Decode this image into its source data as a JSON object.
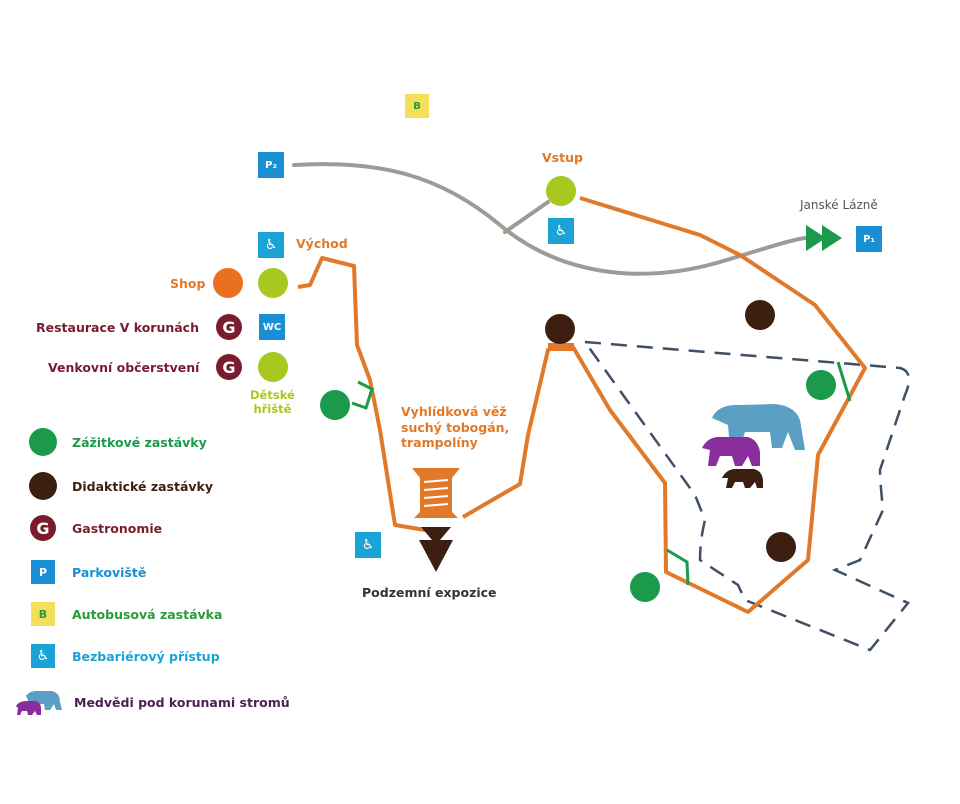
{
  "colors": {
    "route": "#e07a2a",
    "road": "#a09a95",
    "dashed": "#3e4f66",
    "green_stop": "#1a9a4a",
    "brown_stop": "#3d1f12",
    "gastro": "#7a1c2e",
    "lime": "#a8c820",
    "parking": "#1a8fd4",
    "bus_bg": "#f4de5a",
    "bus_text": "#2a9a3a",
    "access": "#1aa3d6",
    "bear_big": "#5b9fc4",
    "bear_mid": "#8a2e9e",
    "bear_small": "#3d1f12",
    "arrow_green": "#1a9a4a",
    "lime_text": "#a8c820",
    "legend_purple": "#4a2250"
  },
  "map": {
    "bus_stop": {
      "label": "B"
    },
    "parking_2": {
      "label": "P₂"
    },
    "parking_1": {
      "label": "P₁"
    },
    "janske_lazne": "Janské Lázně",
    "entrance": "Vstup",
    "exit": "Východ",
    "shop": "Shop",
    "restaurant": "Restaurace V korunách",
    "outdoor_food": "Venkovní občerstvení",
    "gastro_letter": "G",
    "wc": "WC",
    "playground": "Dětské\nhřiště",
    "tower": "Vyhlídková věž\nsuchý tobogán,\ntrampolíny",
    "underground": "Podzemní expozice"
  },
  "legend": {
    "items": [
      {
        "icon": "green-dot-icon",
        "label": "Zážitkové zastávky"
      },
      {
        "icon": "brown-dot-icon",
        "label": "Didaktické zastávky"
      },
      {
        "icon": "gastronomy-icon",
        "label": "Gastronomie",
        "symbol": "G"
      },
      {
        "icon": "parking-icon",
        "label": "Parkoviště",
        "symbol": "P"
      },
      {
        "icon": "bus-stop-icon",
        "label": "Autobusová zastávka",
        "symbol": "B"
      },
      {
        "icon": "wheelchair-icon",
        "label": "Bezbariérový přístup"
      },
      {
        "icon": "bears-icon",
        "label": "Medvědi pod korunami stromů"
      }
    ]
  }
}
